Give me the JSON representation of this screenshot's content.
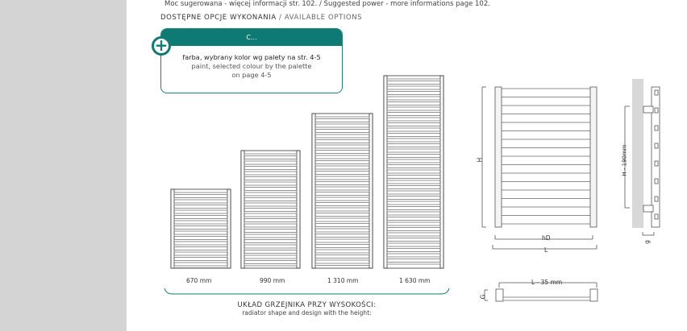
{
  "header_note": "Moc sugerowana - więcej informacji str. 102. /  Suggested power - more informations page 102.",
  "section_title": {
    "pl": "DOSTĘPNE OPCJE WYKONANIA",
    "en": "/ AVAILABLE OPTIONS"
  },
  "option_card": {
    "title": "C...",
    "icon": "plus-circle-icon",
    "line_pl": "farba, wybrany kolor wg palety na str. 4-5",
    "line_en1": "paint, selected colour by the palette",
    "line_en2": "on page 4-5",
    "accent": "#0d7a73"
  },
  "heights": [
    "670 mm",
    "990 mm",
    "1 310 mm",
    "1 630 mm"
  ],
  "caption": {
    "pl": "UKŁAD GRZEJNIKA PRZY WYSOKOŚCI:",
    "en": "radiator shape and design with the height:"
  },
  "dimensions": {
    "H": "H",
    "hD": "hD",
    "L": "L",
    "H190": "H - 190mm",
    "g": "g",
    "L35": "L - 35 mm",
    "G": "G"
  }
}
